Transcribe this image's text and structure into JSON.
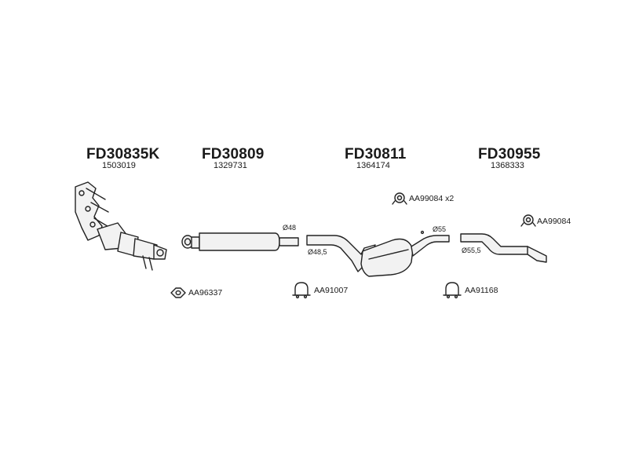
{
  "parts": [
    {
      "code": "FD30835K",
      "ref": "1503019"
    },
    {
      "code": "FD30809",
      "ref": "1329731"
    },
    {
      "code": "FD30811",
      "ref": "1364174"
    },
    {
      "code": "FD30955",
      "ref": "1368333"
    }
  ],
  "accessories": [
    {
      "label": "AA99084 x2",
      "icon": "clamp-round-icon"
    },
    {
      "label": "AA99084",
      "icon": "clamp-round-icon"
    },
    {
      "label": "AA96337",
      "icon": "gasket-icon"
    },
    {
      "label": "AA91007",
      "icon": "u-clamp-icon"
    },
    {
      "label": "AA91168",
      "icon": "u-clamp-icon"
    }
  ],
  "diameters": [
    "Ø48",
    "Ø48,5",
    "Ø55",
    "Ø55,5"
  ]
}
